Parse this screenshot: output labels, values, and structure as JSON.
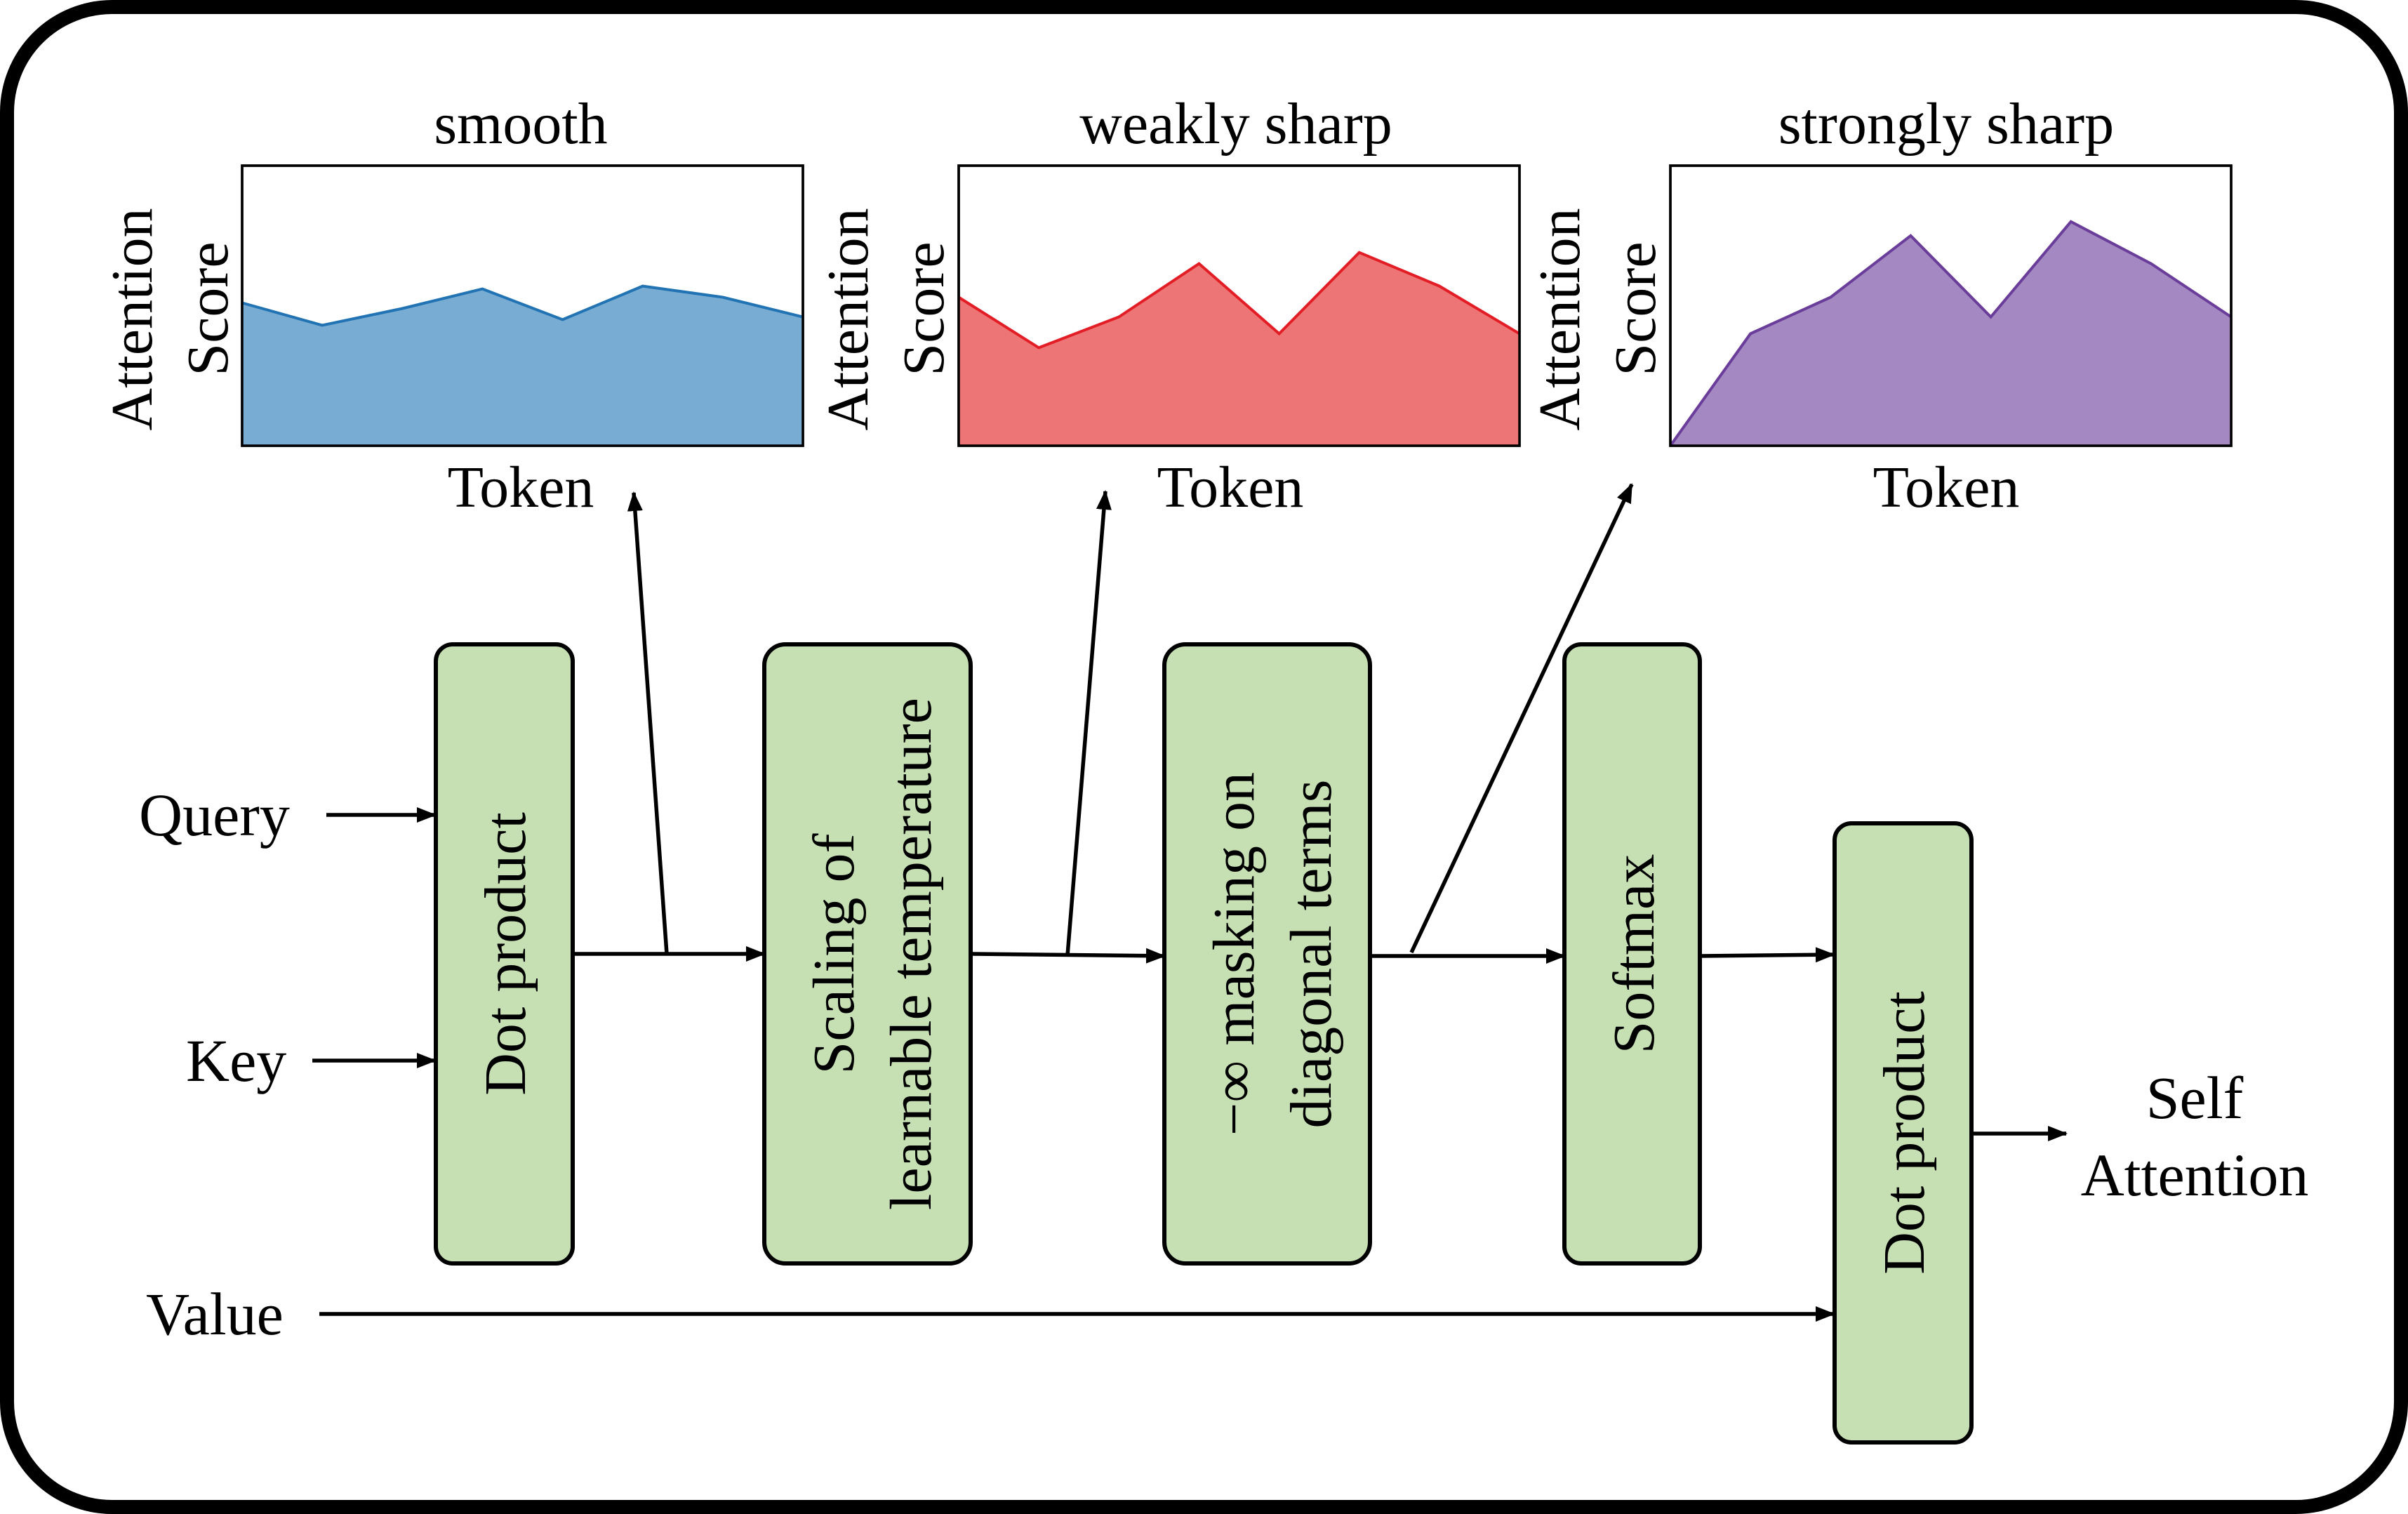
{
  "plots": [
    {
      "id": "smooth",
      "title": "smooth",
      "ylabel_line1": "Attention",
      "ylabel_line2": "Score",
      "xlabel": "Token",
      "fill": "#78acd3",
      "stroke": "#2173b3",
      "values": [
        0.51,
        0.43,
        0.49,
        0.56,
        0.45,
        0.57,
        0.53,
        0.46
      ]
    },
    {
      "id": "weakly-sharp",
      "title": "weakly sharp",
      "ylabel_line1": "Attention",
      "ylabel_line2": "Score",
      "xlabel": "Token",
      "fill": "#ee7575",
      "stroke": "#e21d25",
      "values": [
        0.53,
        0.35,
        0.46,
        0.65,
        0.4,
        0.69,
        0.57,
        0.4
      ]
    },
    {
      "id": "strongly-sharp",
      "title": "strongly sharp",
      "ylabel_line1": "Attention",
      "ylabel_line2": "Score",
      "xlabel": "Token",
      "fill": "#a388c1",
      "stroke": "#6a3d9a",
      "values": [
        0.0,
        0.4,
        0.53,
        0.75,
        0.46,
        0.8,
        0.65,
        0.46
      ]
    }
  ],
  "inputs": {
    "query": "Query",
    "key": "Key",
    "value": "Value"
  },
  "output": {
    "line1": "Self",
    "line2": "Attention"
  },
  "blocks": {
    "dot_product_1": "Dot product",
    "scaling_line1": "Scaling of",
    "scaling_line2": "learnable temperature",
    "masking_line1": "−∞ masking on",
    "masking_line2": "diagonal terms",
    "softmax": "Softmax",
    "dot_product_2": "Dot product"
  }
}
